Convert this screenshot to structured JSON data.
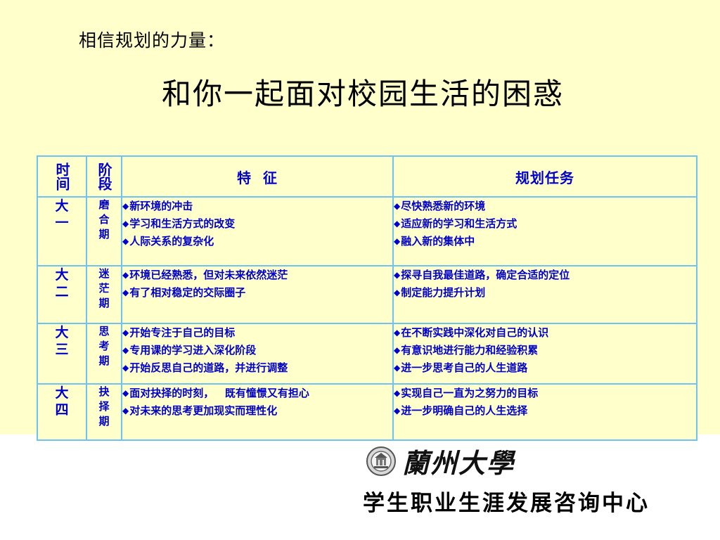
{
  "subtitle": "相信规划的力量：",
  "title": "和你一起面对校园生活的困惑",
  "table": {
    "headers": {
      "time": "时间",
      "stage": "阶段",
      "features": "特  征",
      "tasks": "规划任务"
    },
    "rows": [
      {
        "year": [
          "大",
          "一"
        ],
        "stage": [
          "磨",
          "合",
          "期"
        ],
        "features": [
          "新环境的冲击",
          "学习和生活方式的改变",
          "人际关系的复杂化"
        ],
        "tasks": [
          "尽快熟悉新的环境",
          "适应新的学习和生活方式",
          "融入新的集体中"
        ]
      },
      {
        "year": [
          "大",
          "二"
        ],
        "stage": [
          "迷",
          "茫",
          "期"
        ],
        "features": [
          "环境已经熟悉，但对未来依然迷茫",
          "有了相对稳定的交际圈子"
        ],
        "tasks": [
          "探寻自我最佳道路，确定合适的定位",
          "制定能力提升计划"
        ]
      },
      {
        "year": [
          "大",
          "三"
        ],
        "stage": [
          "思",
          "考",
          "期"
        ],
        "features": [
          "开始专注于自己的目标",
          "专用课的学习进入深化阶段",
          "开始反思自己的道路，并进行调整"
        ],
        "tasks": [
          "在不断实践中深化对自己的认识",
          "有意识地进行能力和经验积累",
          "进一步思考自己的人生道路"
        ]
      },
      {
        "year": [
          "大",
          "四"
        ],
        "stage": [
          "抉",
          "择",
          "期"
        ],
        "features": [
          "面对抉择的时刻，   既有憧憬又有担心",
          "对未来的思考更加现实而理性化"
        ],
        "tasks": [
          "实现自己一直为之努力的目标",
          "进一步明确自己的人生选择"
        ]
      }
    ],
    "bullet": "◆"
  },
  "logo": {
    "text": "蘭州大學",
    "seal_icon": "university-seal-icon"
  },
  "center_name": "学生职业生涯发展咨询中心",
  "colors": {
    "background": "#ffffcc",
    "table_border": "#6fc3ef",
    "table_text": "#0000cc"
  }
}
